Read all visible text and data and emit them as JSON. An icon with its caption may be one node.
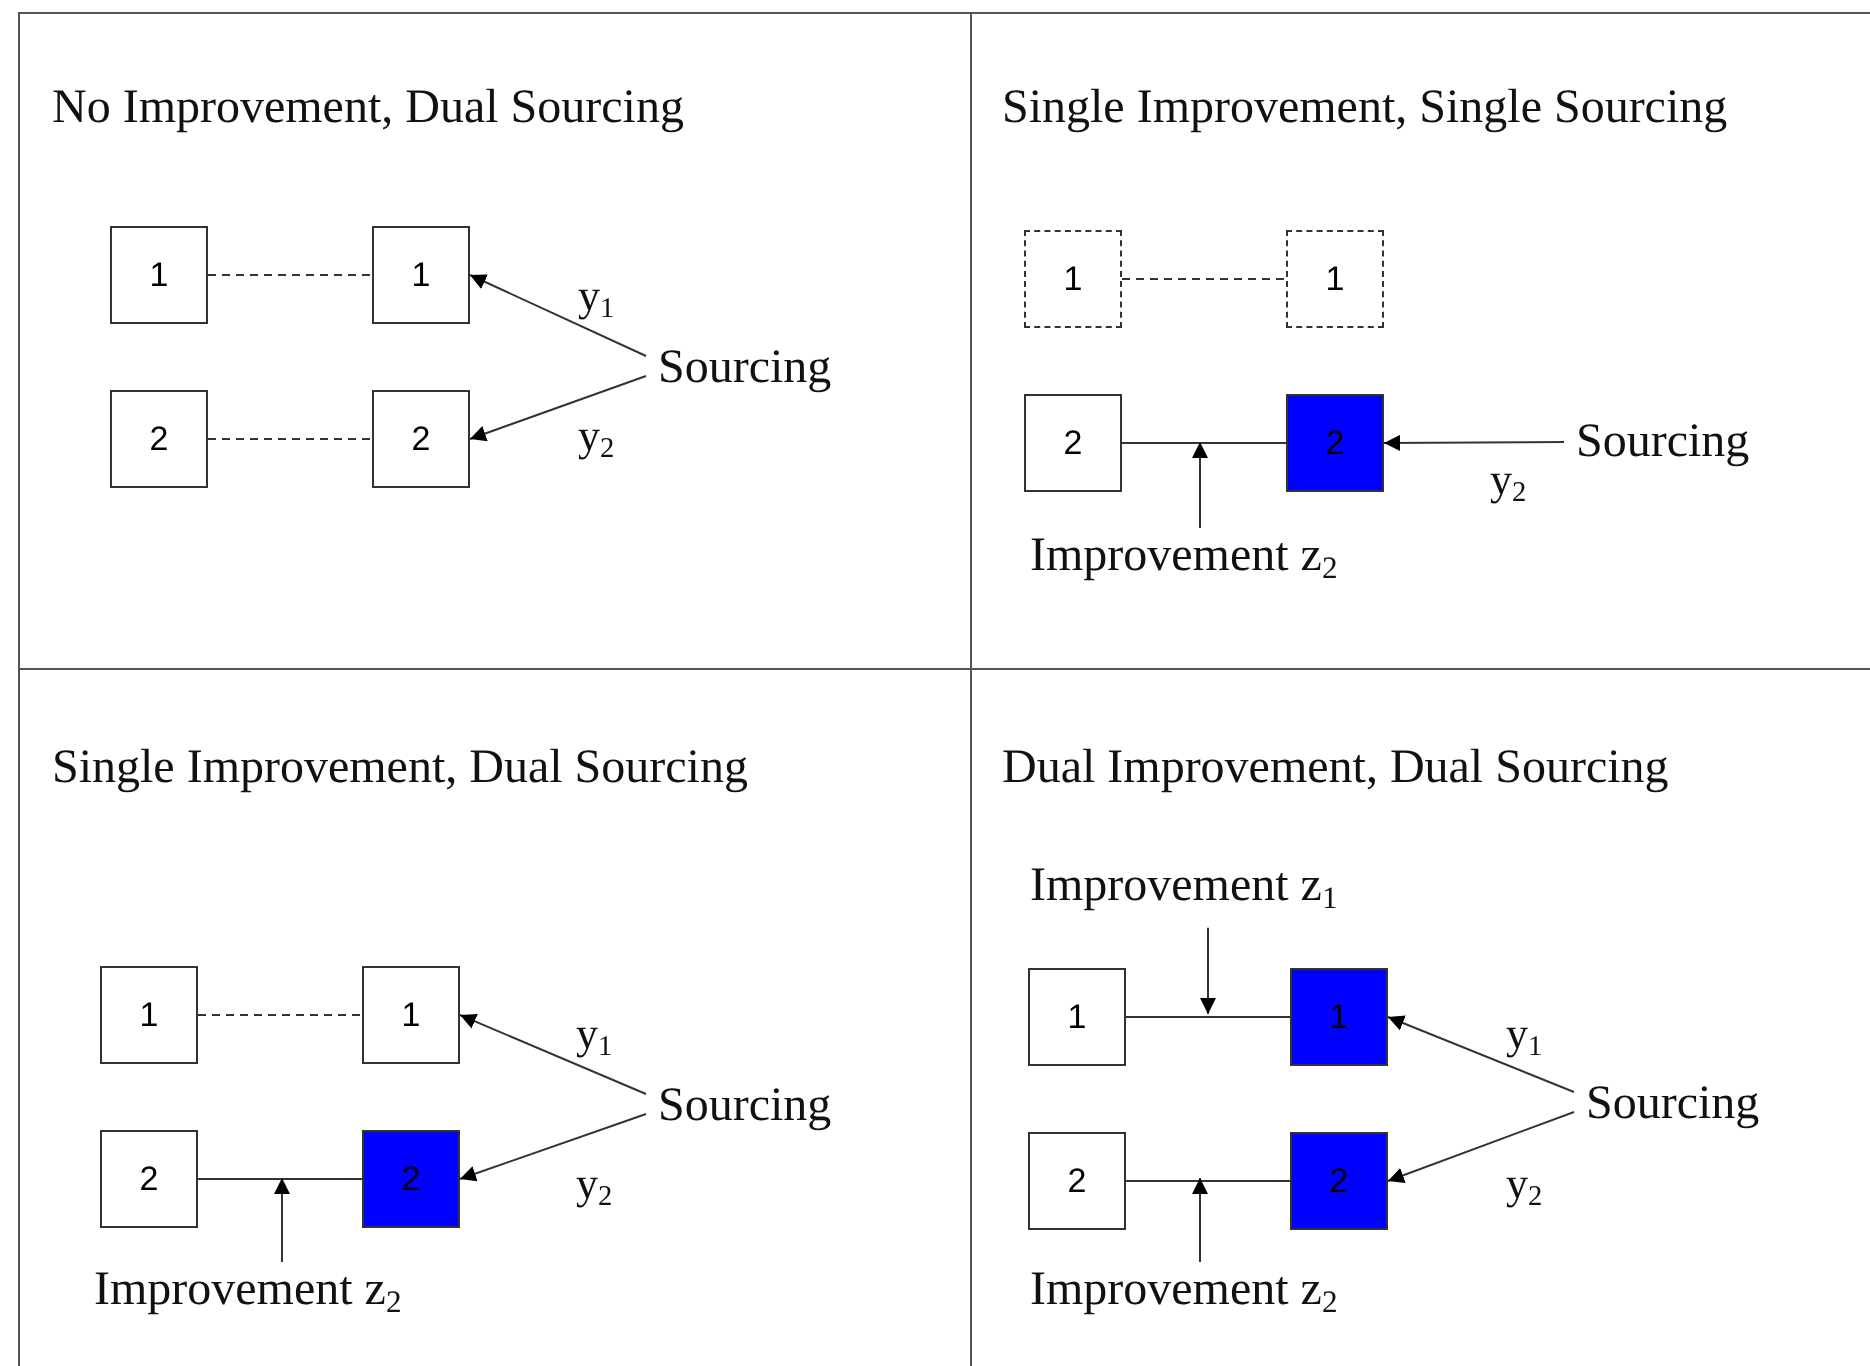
{
  "diagram": {
    "nodes": [
      {
        "text": [
          "No Improvement, Dual Sourcing"
        ]
      },
      {
        "text": [
          "1"
        ],
        "in": 0
      },
      {
        "text": [
          "1"
        ],
        "in": 0
      },
      {
        "text": [
          "2"
        ],
        "in": 0
      },
      {
        "text": [
          "2"
        ],
        "in": 0
      },
      {
        "text": [
          "Sourcing"
        ],
        "in": 0
      },
      {
        "text": [
          "Single Improvement, Single Sourcing"
        ]
      },
      {
        "text": [
          "1"
        ],
        "in": 6
      },
      {
        "text": [
          "1"
        ],
        "in": 6
      },
      {
        "text": [
          "2"
        ],
        "in": 6
      },
      {
        "text": [
          "2"
        ],
        "in": 6
      },
      {
        "text": [
          "Sourcing"
        ],
        "in": 6
      },
      {
        "text": [
          "Improvement z$_{2}$"
        ],
        "in": 6
      },
      {
        "text": [
          "Single Improvement, Dual Sourcing"
        ]
      },
      {
        "text": [
          "1"
        ],
        "in": 13
      },
      {
        "text": [
          "1"
        ],
        "in": 13
      },
      {
        "text": [
          "2"
        ],
        "in": 13
      },
      {
        "text": [
          "2"
        ],
        "in": 13
      },
      {
        "text": [
          "Sourcing"
        ],
        "in": 13
      },
      {
        "text": [
          "Improvement z$_{2}$"
        ],
        "in": 13
      },
      {
        "text": [
          "Dual Improvement, Dual Sourcing"
        ]
      },
      {
        "text": [
          "Improvement z$_{1}$"
        ],
        "in": 20
      },
      {
        "text": [
          "1"
        ],
        "in": 20
      },
      {
        "text": [
          "1"
        ],
        "in": 20
      },
      {
        "text": [
          "2"
        ],
        "in": 20
      },
      {
        "text": [
          "2"
        ],
        "in": 20
      },
      {
        "text": [
          "Sourcing"
        ],
        "in": 20
      },
      {
        "text": [
          "Improvement z$_{2}$"
        ],
        "in": 20
      }
    ],
    "edges": [
      {
        "from": 1,
        "to": 2,
        "arrow": "none",
        "style": "dashed"
      },
      {
        "from": 3,
        "to": 4,
        "arrow": "none",
        "style": "dashed"
      },
      {
        "from": 5,
        "to": 2,
        "arrow": "to",
        "label": "y$_{1}$"
      },
      {
        "from": 5,
        "to": 4,
        "arrow": "to",
        "label": "y$_{2}$"
      },
      {
        "from": 7,
        "to": 8,
        "arrow": "none",
        "style": "dashed"
      },
      {
        "from": 9,
        "to": 10,
        "arrow": "none"
      },
      {
        "from": 11,
        "to": 10,
        "arrow": "to",
        "label": "y$_{2}$"
      },
      {
        "from": 12,
        "to": null,
        "arrow": "to"
      },
      {
        "from": 14,
        "to": 15,
        "arrow": "none",
        "style": "dashed"
      },
      {
        "from": 16,
        "to": 17,
        "arrow": "none"
      },
      {
        "from": 18,
        "to": 15,
        "arrow": "to",
        "label": "y$_{1}$"
      },
      {
        "from": 18,
        "to": 17,
        "arrow": "to",
        "label": "y$_{2}$"
      },
      {
        "from": 19,
        "to": null,
        "arrow": "to"
      },
      {
        "from": 22,
        "to": 23,
        "arrow": "none"
      },
      {
        "from": 24,
        "to": 25,
        "arrow": "none"
      },
      {
        "from": 26,
        "to": 23,
        "arrow": "to",
        "label": "y$_{1}$"
      },
      {
        "from": 26,
        "to": 25,
        "arrow": "to",
        "label": "y$_{2}$"
      },
      {
        "from": 21,
        "to": null,
        "arrow": "to"
      },
      {
        "from": 27,
        "to": null,
        "arrow": "to"
      }
    ]
  }
}
